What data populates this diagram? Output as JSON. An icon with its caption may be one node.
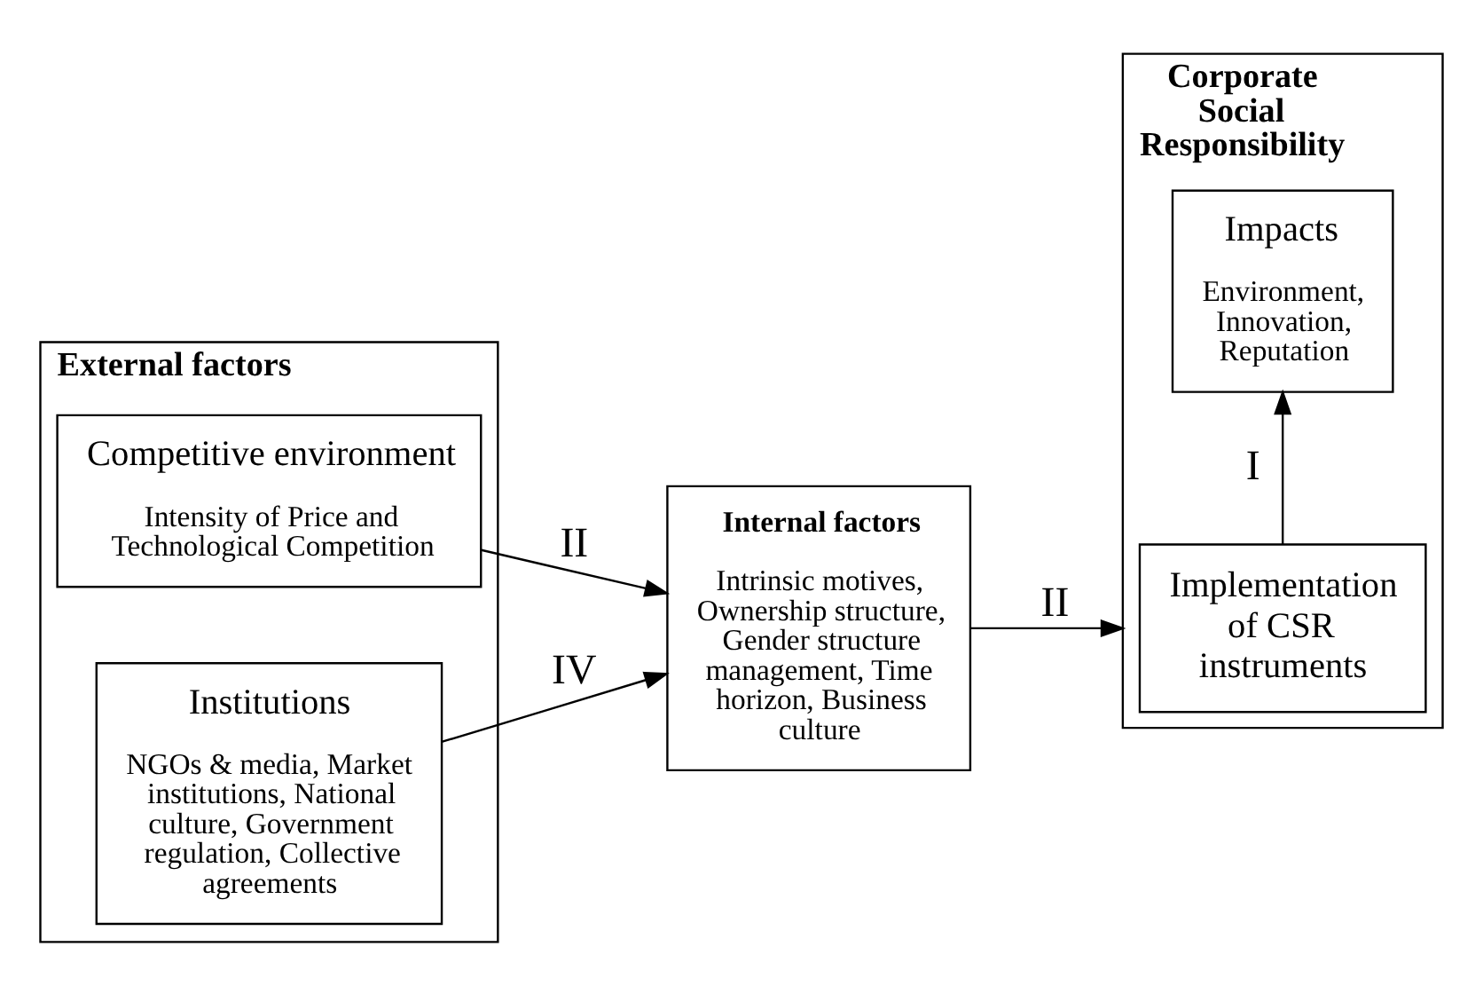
{
  "diagram": {
    "nodes": [
      {
        "text": [
          "External factors"
        ]
      },
      {
        "text": [
          "Competitive environment",
          "Intensity of Price and Technological Competition"
        ],
        "in": 0
      },
      {
        "text": [
          "Institutions",
          "NGOs & media, Market institutions, National culture, Government regulation, Collective agreements"
        ],
        "in": 0
      },
      {
        "text": [
          "Internal factors",
          "Intrinsic motives, Ownership structure, Gender structure management, Time horizon, Business culture"
        ]
      },
      {
        "text": [
          "Corporate Social Responsibility"
        ]
      },
      {
        "text": [
          "Implementation of CSR instruments"
        ],
        "in": 4
      },
      {
        "text": [
          "Impacts",
          "Environment, Innovation, Reputation"
        ],
        "in": 4
      }
    ],
    "edges": [
      {
        "from": 1,
        "to": 3,
        "arrow": "to",
        "label": "II"
      },
      {
        "from": 2,
        "to": 3,
        "arrow": "to",
        "label": "IV"
      },
      {
        "from": 3,
        "to": 4,
        "arrow": "to",
        "label": "II"
      },
      {
        "from": 5,
        "to": 6,
        "arrow": "to",
        "label": "I"
      }
    ]
  }
}
